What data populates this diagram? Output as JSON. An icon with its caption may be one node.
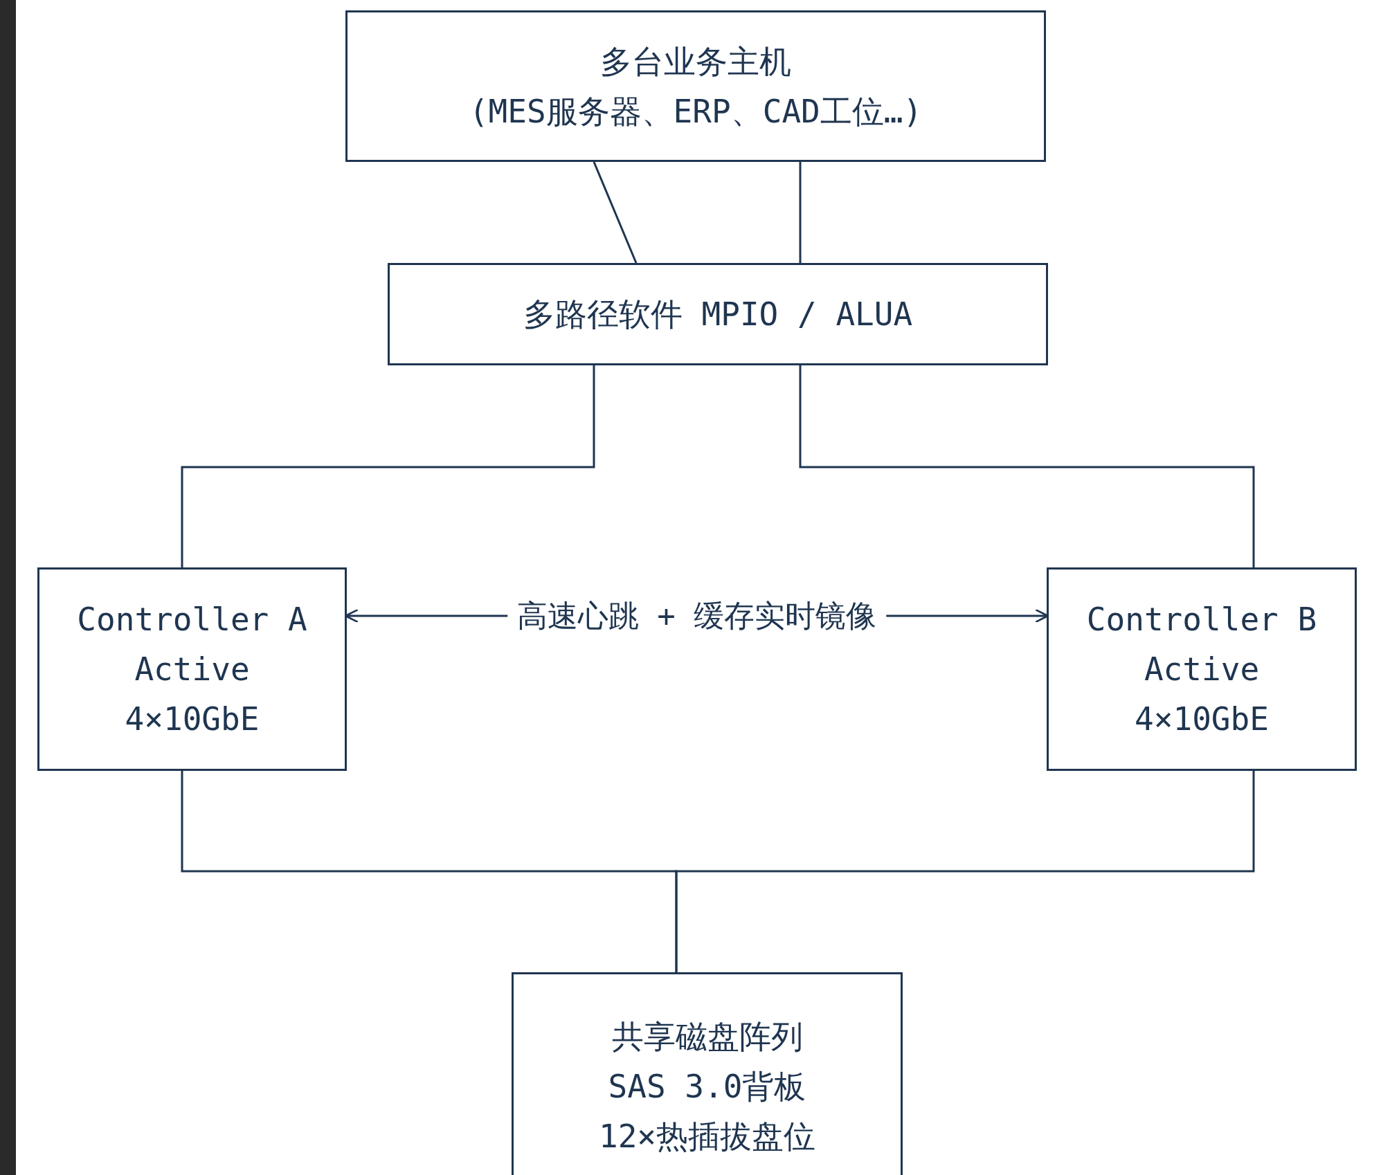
{
  "diagram": {
    "nodes": [
      {
        "text": [
          "多台业务主机",
          "(MES服务器、ERP、CAD工位…)"
        ]
      },
      {
        "text": [
          "多路径软件 MPIO / ALUA"
        ]
      },
      {
        "text": [
          "Controller A",
          "Active",
          "4×10GbE"
        ]
      },
      {
        "text": [
          "Controller B",
          "Active",
          "4×10GbE"
        ]
      },
      {
        "text": [
          "共享磁盘阵列",
          "SAS 3.0背板",
          "12×热插拔盘位"
        ]
      }
    ],
    "edges": [
      {
        "from": 0,
        "to": 1,
        "arrow": "none"
      },
      {
        "from": 0,
        "to": 1,
        "arrow": "none"
      },
      {
        "from": 1,
        "to": 2,
        "arrow": "none"
      },
      {
        "from": 1,
        "to": 3,
        "arrow": "none"
      },
      {
        "from": 2,
        "to": 3,
        "arrow": "both",
        "label": "高速心跳 + 缓存实时镜像"
      },
      {
        "from": 2,
        "to": 4,
        "arrow": "none"
      },
      {
        "from": 3,
        "to": 4,
        "arrow": "none"
      }
    ]
  }
}
